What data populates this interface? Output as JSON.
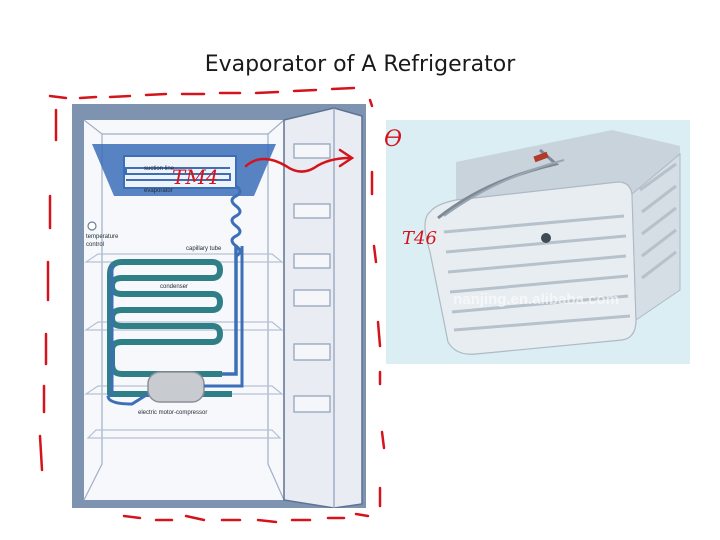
{
  "slide": {
    "title": "Evaporator of A Refrigerator"
  },
  "fridge_diagram": {
    "labels": {
      "suction_line": "suction line",
      "evaporator": "evaporator",
      "temperature_control_1": "temperature",
      "temperature_control_2": "control",
      "capillary_tube": "capillary tube",
      "condenser": "condenser",
      "compressor": "electric motor-compressor"
    }
  },
  "evaporator_photo": {
    "watermark": "nanjing.en.alibaba.com"
  },
  "annotations": {
    "left_note": "TM4",
    "marker_symbol": "ϴ",
    "right_note": "T46"
  },
  "colors": {
    "fridge_frame": "#7e93b0",
    "interior": "#ffffff",
    "coolant_blue": "#3c6fb8",
    "condenser_teal": "#2f7f86",
    "photo_background": "#daeef3",
    "annotation_red": "#d4141c"
  }
}
